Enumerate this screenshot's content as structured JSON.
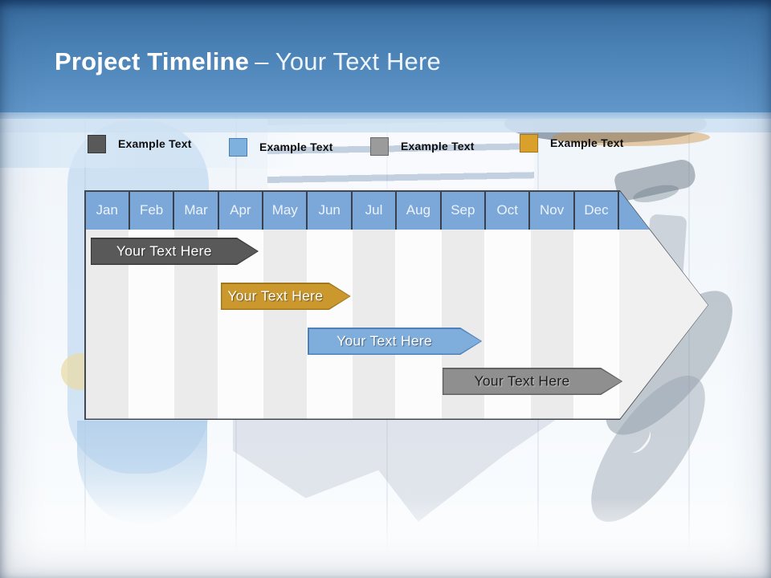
{
  "header": {
    "title_bold": "Project Timeline",
    "title_light": "– Your Text Here"
  },
  "legend": {
    "items": [
      {
        "label": "Example Text",
        "color": "#595959",
        "border": "#373737"
      },
      {
        "label": "Example Text",
        "color": "#7EB1DE",
        "border": "#4A7FB5"
      },
      {
        "label": "Example Text",
        "color": "#9B9B9B",
        "border": "#696969"
      },
      {
        "label": "Example Text",
        "color": "#D9A12C",
        "border": "#A3761A"
      }
    ]
  },
  "timeline": {
    "months": [
      "Jan",
      "Feb",
      "Mar",
      "Apr",
      "May",
      "Jun",
      "Jul",
      "Aug",
      "Sep",
      "Oct",
      "Nov",
      "Dec"
    ],
    "header_color": "#7CA7D9",
    "bars": [
      {
        "label": "Your Text Here",
        "row": 1,
        "start": 0.12,
        "end": 3.9,
        "fill": "#595959",
        "border": "#3C3C3C",
        "text_color": "#FFFFFF"
      },
      {
        "label": "Your Text Here",
        "row": 2,
        "start": 3.05,
        "end": 5.97,
        "fill": "#CB982E",
        "border": "#A0771C",
        "text_color": "#FFFFFF"
      },
      {
        "label": "Your Text Here",
        "row": 3,
        "start": 5.0,
        "end": 8.92,
        "fill": "#7FAEDD",
        "border": "#4E81BA",
        "text_color": "#FFFFFF"
      },
      {
        "label": "Your Text Here",
        "row": 4,
        "start": 8.03,
        "end": 12.08,
        "fill": "#8F8F8F",
        "border": "#636363",
        "text_color": "#1C1C1C"
      }
    ]
  },
  "chart_data": {
    "type": "bar",
    "subtype": "gantt-timeline-arrow",
    "title": "Project Timeline – Your Text Here",
    "categories": [
      "Jan",
      "Feb",
      "Mar",
      "Apr",
      "May",
      "Jun",
      "Jul",
      "Aug",
      "Sep",
      "Oct",
      "Nov",
      "Dec"
    ],
    "x_unit": "month-index (0 = start of Jan, 12 = end of Dec)",
    "xlim": [
      0,
      12
    ],
    "grid": "vertical month columns, alternating shading",
    "legend_position": "top, outside chart",
    "series": [
      {
        "name": "Your Text Here",
        "row": 1,
        "start": 0.12,
        "end": 3.9,
        "color": "#595959"
      },
      {
        "name": "Your Text Here",
        "row": 2,
        "start": 3.05,
        "end": 5.97,
        "color": "#CB982E"
      },
      {
        "name": "Your Text Here",
        "row": 3,
        "start": 5.0,
        "end": 8.92,
        "color": "#7FAEDD"
      },
      {
        "name": "Your Text Here",
        "row": 4,
        "start": 8.03,
        "end": 12.08,
        "color": "#8F8F8F"
      }
    ]
  }
}
